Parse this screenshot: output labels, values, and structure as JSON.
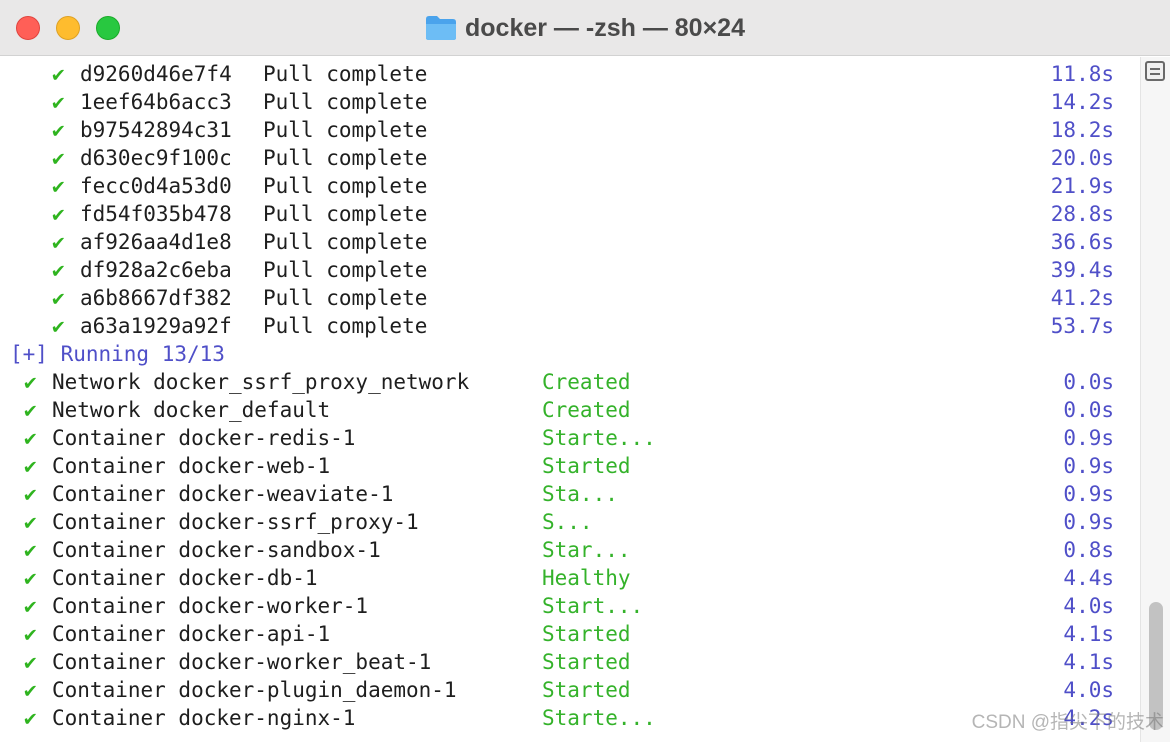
{
  "window": {
    "title": "docker — -zsh — 80×24",
    "folder_color": "#5ab0f0"
  },
  "pull_lines": [
    {
      "check": "✔",
      "id": "d9260d46e7f4",
      "text": "Pull complete",
      "time": "11.8s"
    },
    {
      "check": "✔",
      "id": "1eef64b6acc3",
      "text": "Pull complete",
      "time": "14.2s"
    },
    {
      "check": "✔",
      "id": "b97542894c31",
      "text": "Pull complete",
      "time": "18.2s"
    },
    {
      "check": "✔",
      "id": "d630ec9f100c",
      "text": "Pull complete",
      "time": "20.0s"
    },
    {
      "check": "✔",
      "id": "fecc0d4a53d0",
      "text": "Pull complete",
      "time": "21.9s"
    },
    {
      "check": "✔",
      "id": "fd54f035b478",
      "text": "Pull complete",
      "time": "28.8s"
    },
    {
      "check": "✔",
      "id": "af926aa4d1e8",
      "text": "Pull complete",
      "time": "36.6s"
    },
    {
      "check": "✔",
      "id": "df928a2c6eba",
      "text": "Pull complete",
      "time": "39.4s"
    },
    {
      "check": "✔",
      "id": "a6b8667df382",
      "text": "Pull complete",
      "time": "41.2s"
    },
    {
      "check": "✔",
      "id": "a63a1929a92f",
      "text": "Pull complete",
      "time": "53.7s"
    }
  ],
  "running_header": "[+] Running 13/13",
  "run_lines": [
    {
      "check": "✔",
      "label": "Network docker_ssrf_proxy_network",
      "status": "Created",
      "time": "0.0s"
    },
    {
      "check": "✔",
      "label": "Network docker_default",
      "status": "Created",
      "time": "0.0s"
    },
    {
      "check": "✔",
      "label": "Container docker-redis-1",
      "status": "Starte...",
      "time": "0.9s"
    },
    {
      "check": "✔",
      "label": "Container docker-web-1",
      "status": "Started",
      "time": "0.9s"
    },
    {
      "check": "✔",
      "label": "Container docker-weaviate-1",
      "status": "Sta...",
      "time": "0.9s"
    },
    {
      "check": "✔",
      "label": "Container docker-ssrf_proxy-1",
      "status": "S...",
      "time": "0.9s"
    },
    {
      "check": "✔",
      "label": "Container docker-sandbox-1",
      "status": "Star...",
      "time": "0.8s"
    },
    {
      "check": "✔",
      "label": "Container docker-db-1",
      "status": "Healthy",
      "time": "4.4s"
    },
    {
      "check": "✔",
      "label": "Container docker-worker-1",
      "status": "Start...",
      "time": "4.0s"
    },
    {
      "check": "✔",
      "label": "Container docker-api-1",
      "status": "Started",
      "time": "4.1s"
    },
    {
      "check": "✔",
      "label": "Container docker-worker_beat-1",
      "status": "Started",
      "time": "4.1s"
    },
    {
      "check": "✔",
      "label": "Container docker-plugin_daemon-1",
      "status": "Started",
      "time": "4.0s"
    },
    {
      "check": "✔",
      "label": "Container docker-nginx-1",
      "status": "Starte...",
      "time": "4.2s"
    }
  ],
  "watermark": "CSDN @指尖下的技术"
}
